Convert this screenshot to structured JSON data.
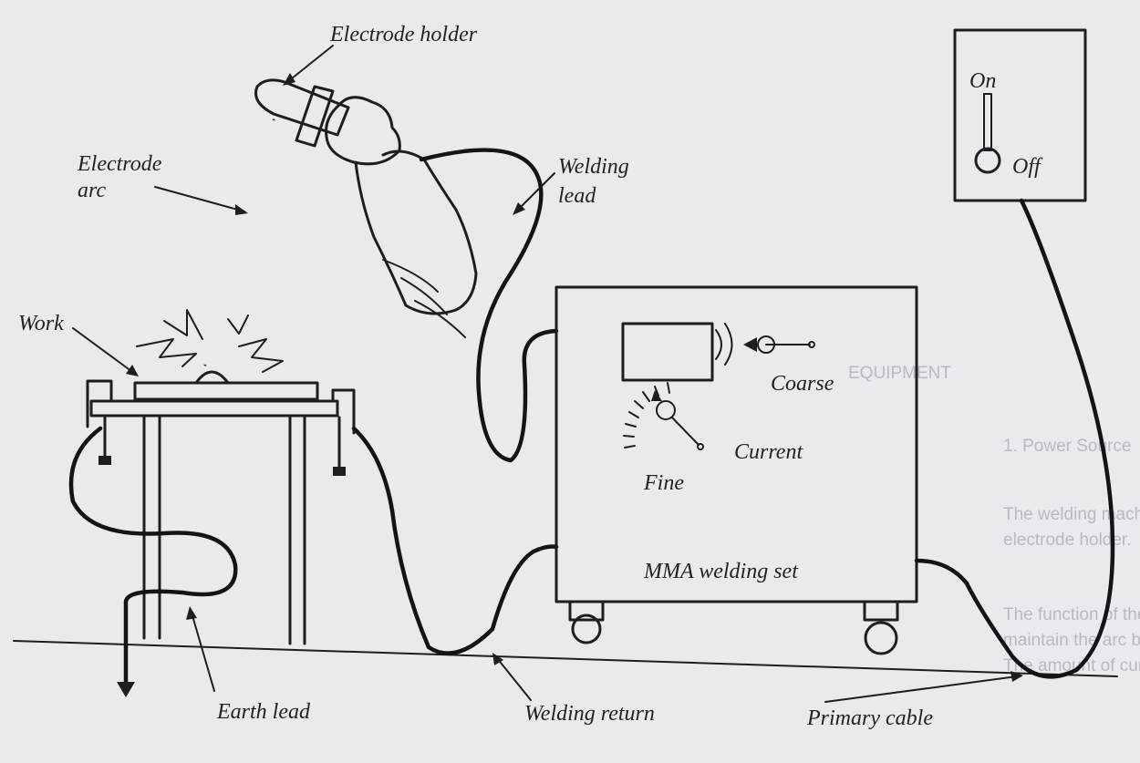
{
  "labels": {
    "electrode_holder": "Electrode holder",
    "electrode_arc_1": "Electrode",
    "electrode_arc_2": "arc",
    "welding_lead_1": "Welding",
    "welding_lead_2": "lead",
    "work": "Work",
    "on": "On",
    "off": "Off",
    "coarse": "Coarse",
    "current": "Current",
    "fine": "Fine",
    "mma_welding_set": "MMA welding set",
    "earth_lead": "Earth lead",
    "welding_return": "Welding return",
    "primary_cable": "Primary cable"
  },
  "background_text": {
    "heading": "EQUIPMENT",
    "item": "1.  Power Source",
    "para_1": "The welding machine consists of a power source with welding lead and",
    "para_1b": "electrode holder.",
    "para_2": "The function of the power source is to provide the voltage necessary to",
    "para_2b": "maintain the arc between the electrode and the workpiece",
    "para_2c": "The amount of current is varied by the power source"
  },
  "colors": {
    "paper": "#eaeaee",
    "ink": "#1d1d22",
    "faded_text": "#b9b9c2"
  }
}
